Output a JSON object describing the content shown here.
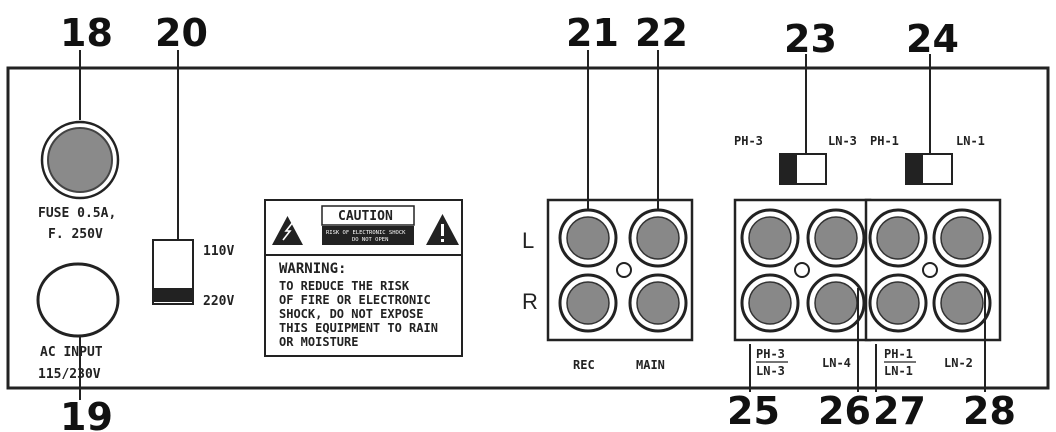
{
  "callouts": {
    "c18": "18",
    "c19": "19",
    "c20": "20",
    "c21": "21",
    "c22": "22",
    "c23": "23",
    "c24": "24",
    "c25": "25",
    "c26": "26",
    "c27": "27",
    "c28": "28"
  },
  "fuse": {
    "line1": "FUSE 0.5A,",
    "line2": "F. 250V"
  },
  "ac_input": {
    "line1": "AC INPUT",
    "line2": "115/230V"
  },
  "voltage_switch": {
    "upper": "110V",
    "lower": "220V"
  },
  "warning_label": {
    "caution": "CAUTION",
    "risk_line1": "RISK OF ELECTRONIC SHOCK",
    "risk_line2": "DO NOT OPEN",
    "heading": "WARNING:",
    "lines": [
      "TO REDUCE THE RISK",
      "OF FIRE OR ELECTRONIC",
      "SHOCK, DO NOT EXPOSE",
      "THIS EQUIPMENT TO RAIN",
      "OR MOISTURE"
    ]
  },
  "channel": {
    "left": "L",
    "right": "R"
  },
  "output_labels": {
    "rec": "REC",
    "main": "MAIN"
  },
  "switch_a": {
    "left": "PH-3",
    "right": "LN-3"
  },
  "switch_b": {
    "left": "PH-1",
    "right": "LN-1"
  },
  "input_labels": {
    "ph3": "PH-3",
    "ln3": "LN-3",
    "ln4": "LN-4",
    "ph1": "PH-1",
    "ln1": "LN-1",
    "ln2": "LN-2"
  }
}
